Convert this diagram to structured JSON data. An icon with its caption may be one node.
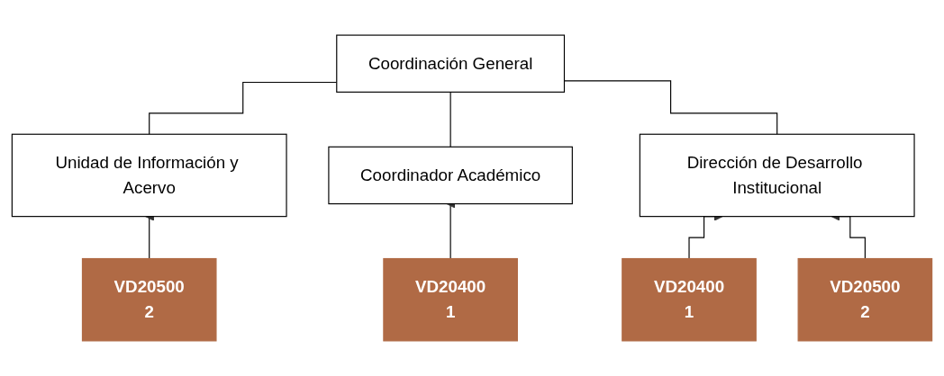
{
  "diagram": {
    "nodes": [
      {
        "text": [
          "Coordinación General"
        ]
      },
      {
        "text": [
          "Unidad de Información y Acervo"
        ]
      },
      {
        "text": [
          "Coordinador Académico"
        ]
      },
      {
        "text": [
          "Dirección de Desarrollo Institucional"
        ]
      },
      {
        "text": [
          "VD20500",
          "2"
        ]
      },
      {
        "text": [
          "VD20400",
          "1"
        ]
      },
      {
        "text": [
          "VD20400",
          "1"
        ]
      },
      {
        "text": [
          "VD20500",
          "2"
        ]
      }
    ],
    "edges": [
      {
        "from": 0,
        "to": 1,
        "arrow": "none"
      },
      {
        "from": 0,
        "to": 2,
        "arrow": "none"
      },
      {
        "from": 0,
        "to": 3,
        "arrow": "none"
      },
      {
        "from": 4,
        "to": 1,
        "arrow": "to"
      },
      {
        "from": 5,
        "to": 2,
        "arrow": "to"
      },
      {
        "from": 6,
        "to": 3,
        "arrow": "to"
      },
      {
        "from": 7,
        "to": 3,
        "arrow": "to"
      }
    ]
  }
}
